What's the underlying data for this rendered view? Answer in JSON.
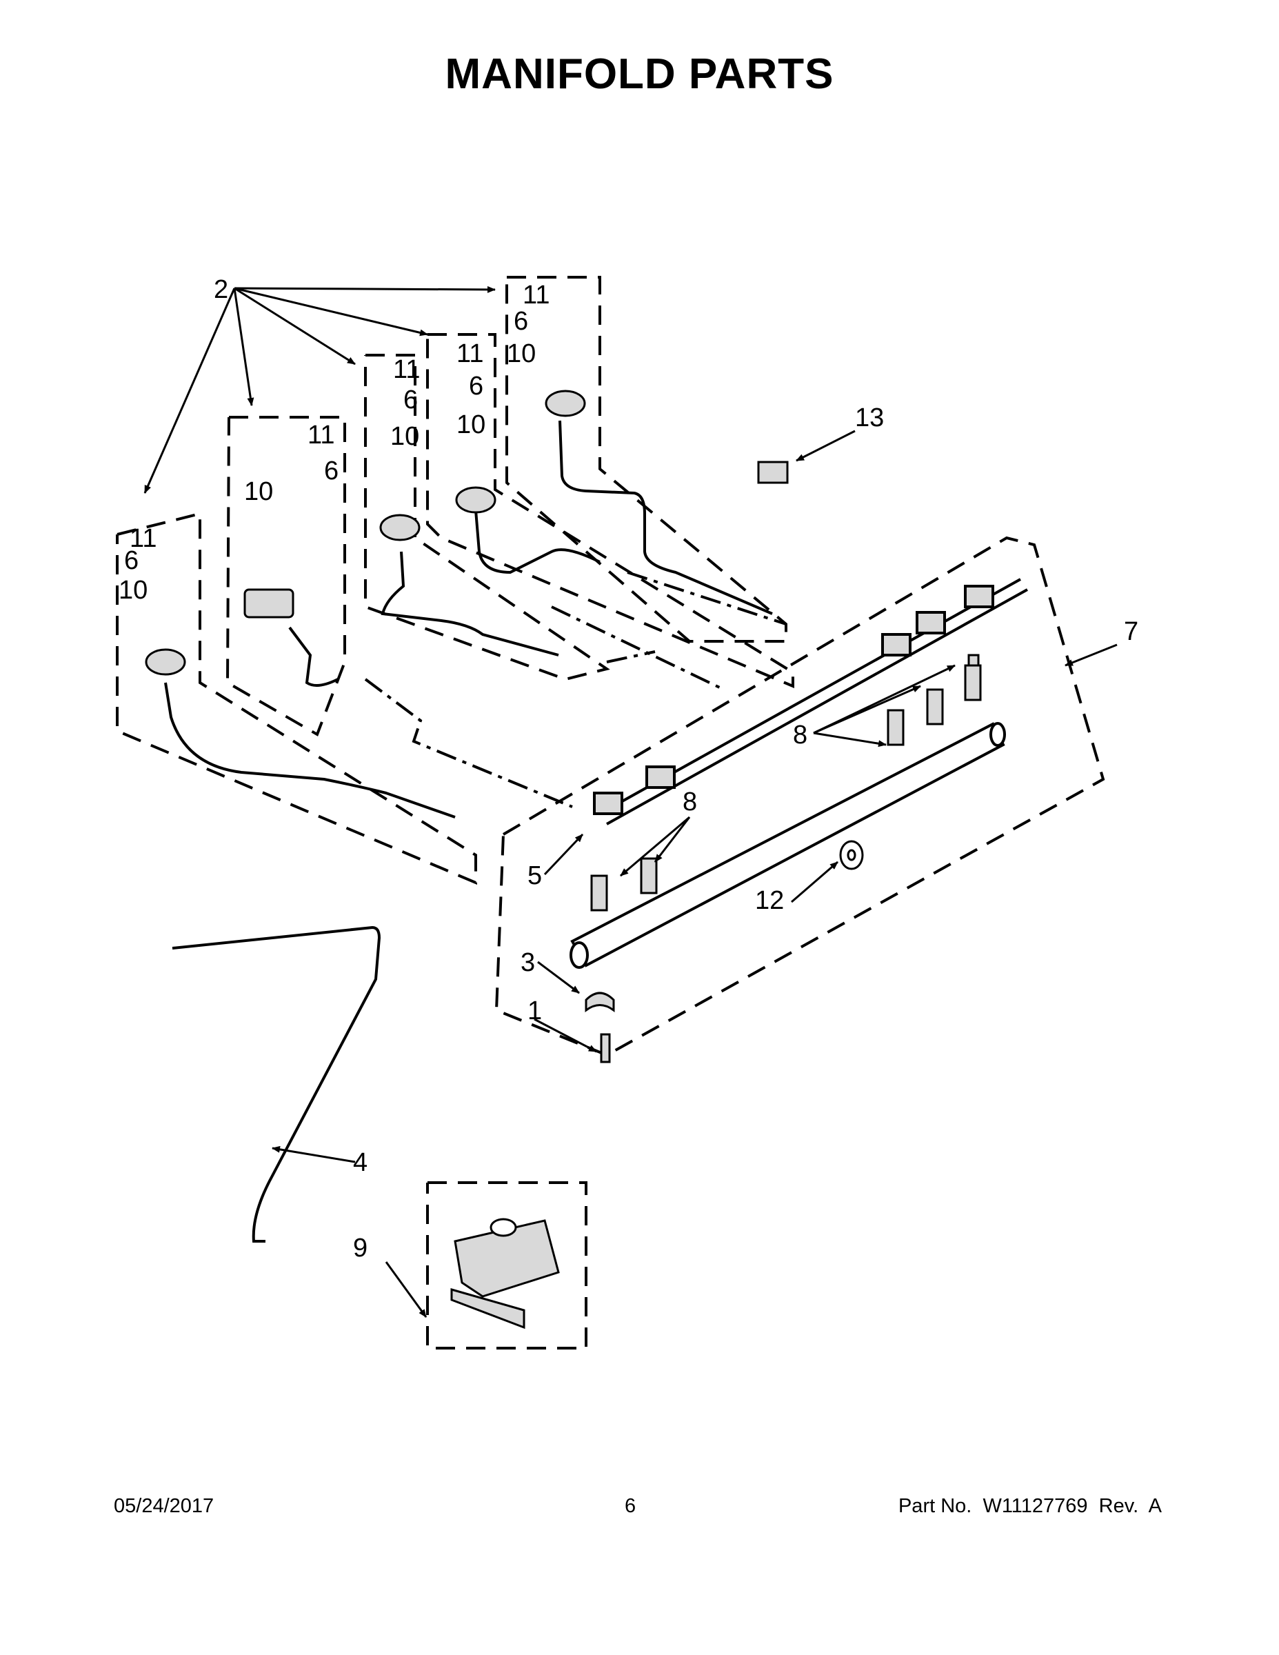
{
  "page": {
    "title": "MANIFOLD PARTS",
    "footer": {
      "date": "05/24/2017",
      "page_number": "6",
      "part_no": "Part No.  W11127769  Rev.  A"
    }
  },
  "callouts": {
    "c1": "1",
    "c2": "2",
    "c3": "3",
    "c4": "4",
    "c5": "5",
    "c6": "6",
    "c7": "7",
    "c8": "8",
    "c9": "9",
    "c10": "10",
    "c11": "11",
    "c12": "12",
    "c13": "13"
  },
  "colors": {
    "ink": "#000000",
    "paper": "#ffffff",
    "part_fill": "#d9d9d9"
  }
}
